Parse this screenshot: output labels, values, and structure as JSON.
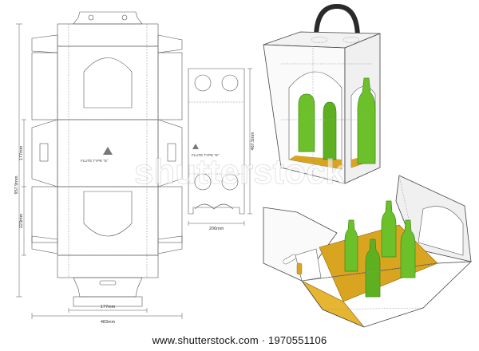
{
  "dimensions": {
    "total_height": "957.9mm",
    "upper_panel": "177mm",
    "lower_panel": "223mm",
    "inner_width": "177mm",
    "total_width": "483mm",
    "insert_height": "467.5mm",
    "insert_width": "206mm"
  },
  "labels": {
    "flute_main": "FLUTE TYPE \"E\"",
    "flute_insert": "FLUTE TYPE \"E\""
  },
  "watermark": "shutterstock",
  "footer": "www.shutterstock.com · 1970551106",
  "colors": {
    "bottle_green": "#6cc12a",
    "bottle_dark": "#3d8a14",
    "insert_yellow": "#d9a520",
    "handle": "#2a2a2a",
    "line": "#555555"
  }
}
